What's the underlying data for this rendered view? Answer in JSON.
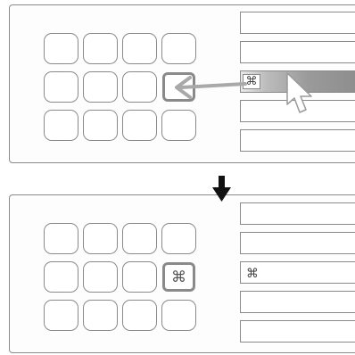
{
  "steps": [
    {
      "grid": {
        "rows": 3,
        "cols": 4,
        "target_cell": {
          "row": 1,
          "col": 3
        },
        "target_content": ""
      },
      "list": {
        "rows": 5,
        "selected_index": 2,
        "selected_icon": "⌘",
        "selected_icon_name": "command-key-icon"
      },
      "drag_arrow": "drag-arrow-icon",
      "cursor": "mouse-pointer-icon"
    },
    {
      "grid": {
        "rows": 3,
        "cols": 4,
        "target_cell": {
          "row": 1,
          "col": 3
        },
        "target_content": "⌘"
      },
      "list": {
        "rows": 5,
        "selected_index": 2,
        "selected_icon": "⌘",
        "selected_icon_name": "command-key-icon"
      }
    }
  ],
  "transition_arrow": "down-arrow-icon",
  "colors": {
    "outline": "#8a8a8a",
    "arrow": "#a9a9a9",
    "highlight": "#9a9a9a",
    "transition_arrow": "#111111"
  }
}
